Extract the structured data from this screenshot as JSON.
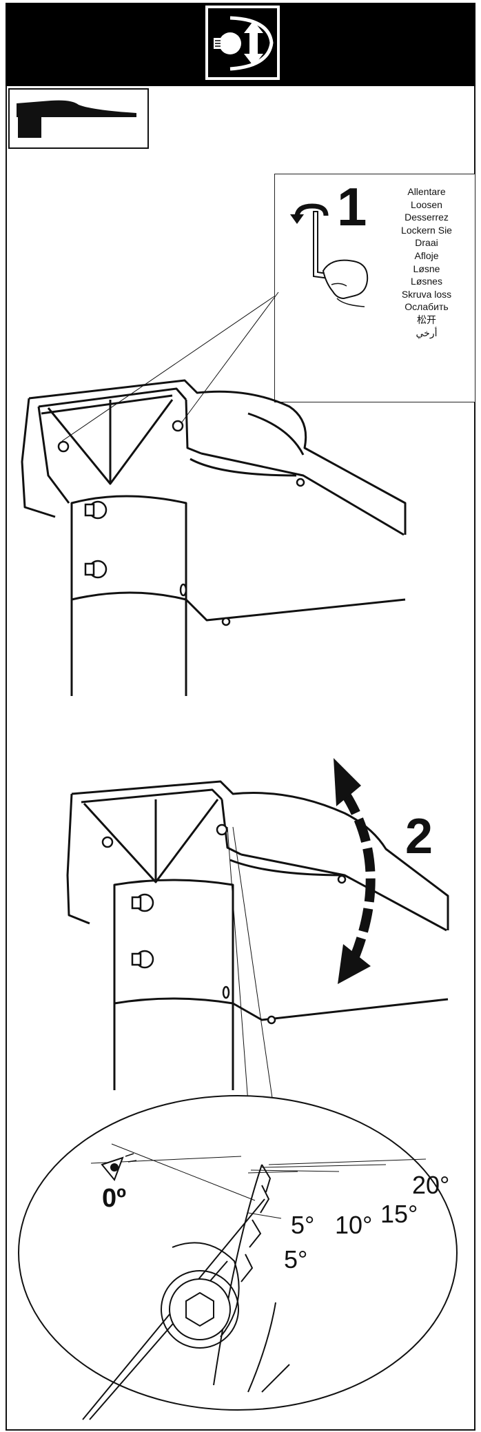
{
  "steps": {
    "step1": {
      "number": "1"
    },
    "step2": {
      "number": "2"
    }
  },
  "loosen_translations": [
    "Allentare",
    "Loosen",
    "Desserrez",
    "Lockern Sie",
    "Draai",
    "Afloje",
    "Løsne",
    "Løsnes",
    "Skruva loss",
    "Ослабить",
    "松开",
    "أرخي"
  ],
  "tilt_angles": {
    "zero": "0º",
    "marks": [
      "5°",
      "10°",
      "15°",
      "20°"
    ],
    "below": "5°"
  },
  "icons": [
    "light-tilt-adjust-icon",
    "product-profile-icon",
    "hex-key-icon",
    "rotate-arrow-icon",
    "curved-double-arrow-icon",
    "eye-icon"
  ],
  "colors": {
    "header": "#000000",
    "line": "#111111",
    "background": "#ffffff"
  }
}
